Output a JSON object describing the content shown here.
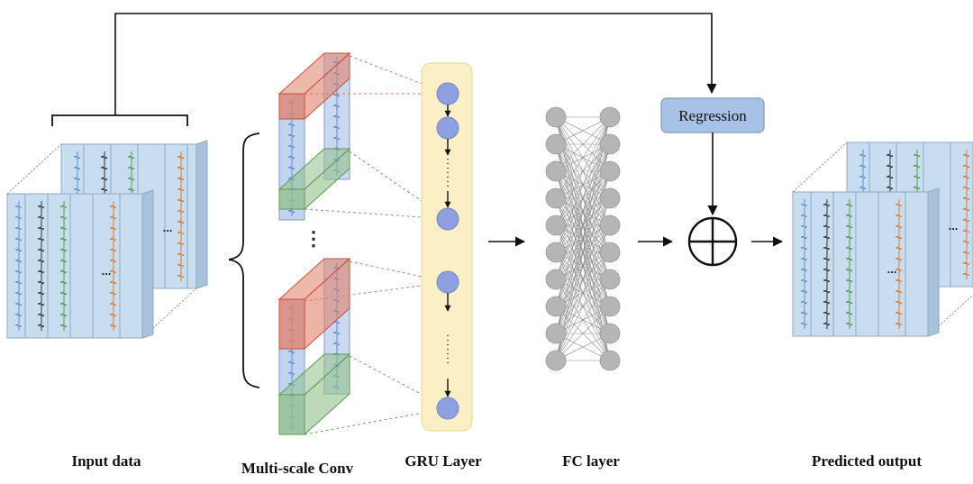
{
  "labels": {
    "input": "Input data",
    "conv": "Multi-scale Conv",
    "gru": "GRU Layer",
    "fc": "FC layer",
    "output": "Predicted output",
    "regression": "Regression",
    "cube_ellipsis": "...",
    "conv_ellipsis": "⋮"
  },
  "colors": {
    "cube_face": "#c9ddf0",
    "cube_line": "#8fa8bf",
    "conv_red": "#e0806a",
    "conv_green": "#92c08a",
    "conv_blue": "#a8c0e6",
    "gru_band": "#fbefc6",
    "gru_node": "#8ea0df",
    "fc_node": "#b5b5b5",
    "regression_box": "#a7c2e6"
  },
  "fc_layer": {
    "nodes_per_column": 10,
    "columns": 2
  },
  "gru_layer": {
    "visible_nodes": 5
  }
}
